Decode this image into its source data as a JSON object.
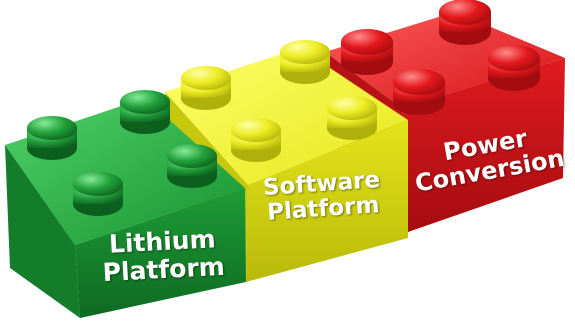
{
  "bricks": [
    {
      "id": "green",
      "label_line1": "Lithium",
      "label_line2": "Platform",
      "color": "#1f9b3a"
    },
    {
      "id": "yellow",
      "label_line1": "Software",
      "label_line2": "Platform",
      "color": "#e2e21a"
    },
    {
      "id": "red",
      "label_line1": "Power",
      "label_line2": "Conversion",
      "color": "#d8161c"
    }
  ]
}
